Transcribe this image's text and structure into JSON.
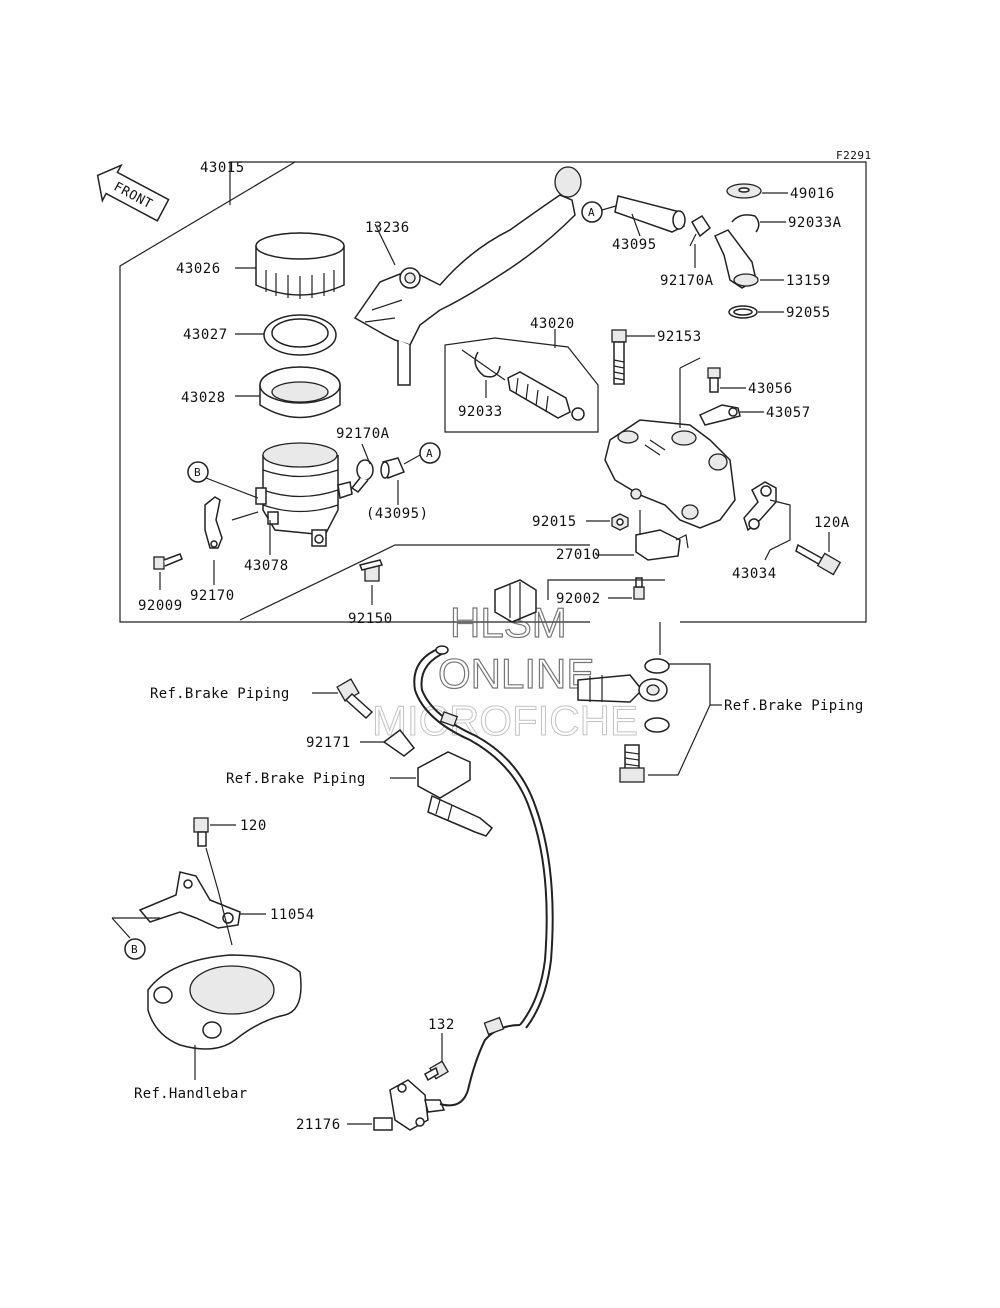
{
  "figure_code": "F2291",
  "front_label": "FRONT",
  "watermark": {
    "line1": "HLSM",
    "line2": "ONLINE",
    "line3": "MICROFICHE"
  },
  "callouts": {
    "c43015": "43015",
    "c43026": "43026",
    "c43027": "43027",
    "c43028": "43028",
    "c13236": "13236",
    "c43020": "43020",
    "c92033": "92033",
    "c92170A_left": "92170A",
    "c43095_paren": "(43095)",
    "c43078": "43078",
    "c92009": "92009",
    "c92170": "92170",
    "c92150": "92150",
    "c43095": "43095",
    "c92170A_right": "92170A",
    "c49016": "49016",
    "c92033A": "92033A",
    "c13159": "13159",
    "c92055": "92055",
    "c92153": "92153",
    "c43056": "43056",
    "c43057": "43057",
    "c92015": "92015",
    "c27010": "27010",
    "c92002": "92002",
    "c43034": "43034",
    "c120A": "120A",
    "c92171": "92171",
    "c120": "120",
    "c11054": "11054",
    "c132": "132",
    "c21176": "21176"
  },
  "refs": {
    "brake_piping_1": "Ref.Brake Piping",
    "brake_piping_2": "Ref.Brake Piping",
    "brake_piping_3": "Ref.Brake Piping",
    "handlebar": "Ref.Handlebar"
  },
  "markers": {
    "a1": "A",
    "a2": "A",
    "b1": "B",
    "b2": "B"
  }
}
